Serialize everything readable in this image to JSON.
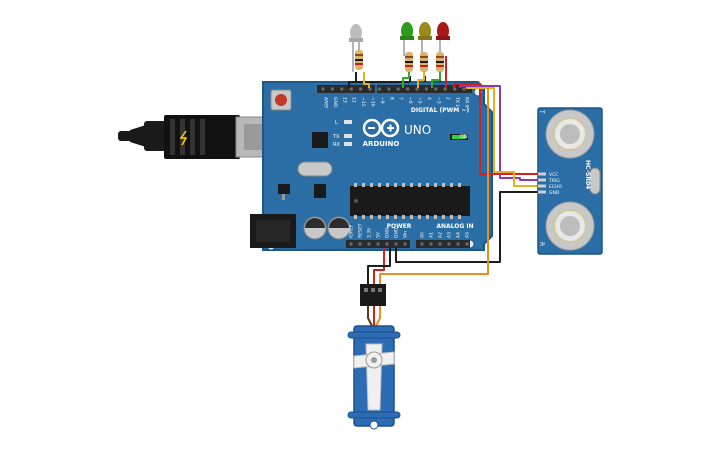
{
  "board": {
    "brand": "ARDUINO",
    "model": "UNO",
    "digital_label": "DIGITAL (PWM ~)",
    "power_label": "POWER",
    "analog_label": "ANALOG IN",
    "on_label": "ON",
    "led_l_label": "L",
    "tx_label": "TX",
    "rx_label": "RX",
    "digital_pins": [
      "AREF",
      "GND",
      "13",
      "12",
      "~11",
      "~10",
      "~9",
      "8",
      "7",
      "~6",
      "~5",
      "4",
      "~3",
      "2",
      "TX 1",
      "RX 0"
    ],
    "power_pins": [
      "IOREF",
      "RESET",
      "3.3V",
      "5V",
      "GND",
      "GND",
      "Vin"
    ],
    "analog_pins": [
      "A0",
      "A1",
      "A2",
      "A3",
      "A4",
      "A5"
    ]
  },
  "sensor": {
    "model": "HC-SR04",
    "pins": [
      "VCC",
      "TRIG",
      "ECHO",
      "GND"
    ],
    "left_mark": "T",
    "right_mark": "R"
  },
  "colors": {
    "board": "#2a6ea5",
    "board_edge": "#1e5686",
    "header": "#2b2b2b",
    "led_white": "#bdbdbd",
    "led_green": "#2f9b1e",
    "led_yellow": "#9a8a1a",
    "led_red": "#a81818",
    "servo": "#2b6cb5",
    "wire_orange": "#e8901e",
    "wire_red": "#d42020",
    "wire_black": "#1c1c1c",
    "wire_purple": "#8a3ab4",
    "wire_yellow": "#e3b21e",
    "wire_green": "#3aa827"
  }
}
